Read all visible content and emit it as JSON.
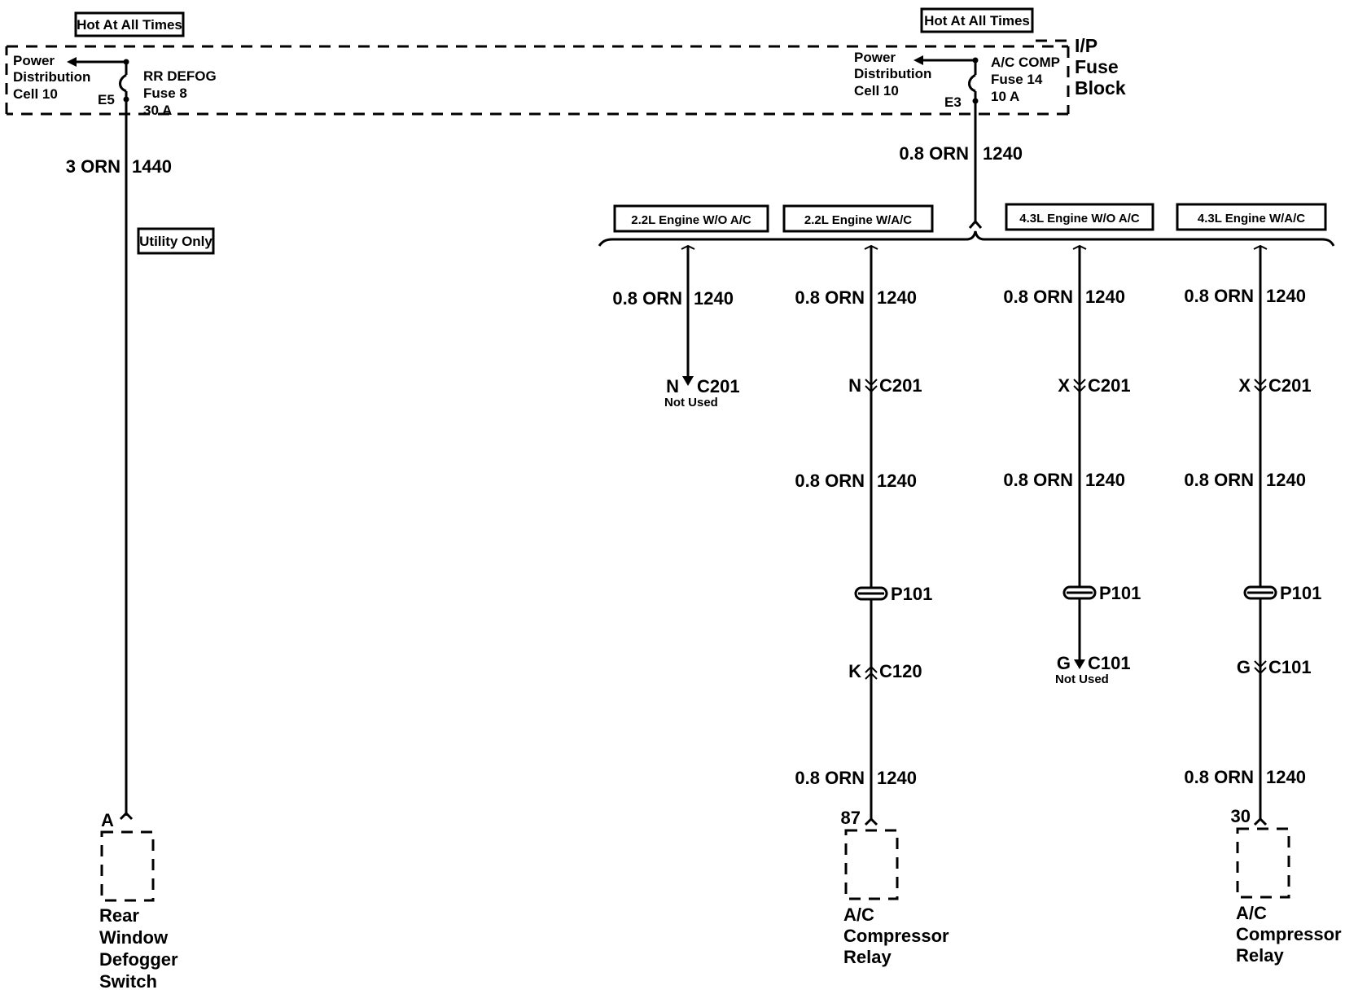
{
  "hot_left": "Hot At All Times",
  "hot_right": "Hot At All Times",
  "fuse_block": {
    "line1": "I/P",
    "line2": "Fuse",
    "line3": "Block"
  },
  "left_fuse": {
    "power_dist": [
      "Power",
      "Distribution",
      "Cell 10"
    ],
    "name": "RR DEFOG",
    "fuse": "Fuse 8",
    "amps": "30 A",
    "terminal": "E5"
  },
  "right_fuse": {
    "power_dist": [
      "Power",
      "Distribution",
      "Cell 10"
    ],
    "name": "A/C COMP",
    "fuse": "Fuse 14",
    "amps": "10 A",
    "terminal": "E3"
  },
  "left_wire": {
    "gauge_color": "3 ORN",
    "circuit": "1440"
  },
  "utility_only": "Utility Only",
  "main_wire": {
    "gauge_color": "0.8 ORN",
    "circuit": "1240"
  },
  "branches": [
    {
      "label": "2.2L Engine W/O A/C",
      "wire1": {
        "gauge_color": "0.8 ORN",
        "circuit": "1240"
      },
      "c201": {
        "pin": "N",
        "conn": "C201",
        "note": "Not Used"
      }
    },
    {
      "label": "2.2L Engine W/A/C",
      "wire1": {
        "gauge_color": "0.8 ORN",
        "circuit": "1240"
      },
      "c201": {
        "pin": "N",
        "conn": "C201"
      },
      "wire2": {
        "gauge_color": "0.8 ORN",
        "circuit": "1240"
      },
      "p101": "P101",
      "c1xx": {
        "pin": "K",
        "conn": "C120"
      },
      "wire3": {
        "gauge_color": "0.8 ORN",
        "circuit": "1240"
      },
      "term": "87",
      "component": [
        "A/C",
        "Compressor",
        "Relay"
      ]
    },
    {
      "label": "4.3L Engine W/O A/C",
      "wire1": {
        "gauge_color": "0.8 ORN",
        "circuit": "1240"
      },
      "c201": {
        "pin": "X",
        "conn": "C201"
      },
      "wire2": {
        "gauge_color": "0.8 ORN",
        "circuit": "1240"
      },
      "p101": "P101",
      "c1xx": {
        "pin": "G",
        "conn": "C101",
        "note": "Not Used"
      }
    },
    {
      "label": "4.3L Engine W/A/C",
      "wire1": {
        "gauge_color": "0.8 ORN",
        "circuit": "1240"
      },
      "c201": {
        "pin": "X",
        "conn": "C201"
      },
      "wire2": {
        "gauge_color": "0.8 ORN",
        "circuit": "1240"
      },
      "p101": "P101",
      "c1xx": {
        "pin": "G",
        "conn": "C101"
      },
      "wire3": {
        "gauge_color": "0.8 ORN",
        "circuit": "1240"
      },
      "term": "30",
      "component": [
        "A/C",
        "Compressor",
        "Relay"
      ]
    }
  ],
  "left_component": {
    "term": "A",
    "name": [
      "Rear",
      "Window",
      "Defogger",
      "Switch"
    ]
  }
}
